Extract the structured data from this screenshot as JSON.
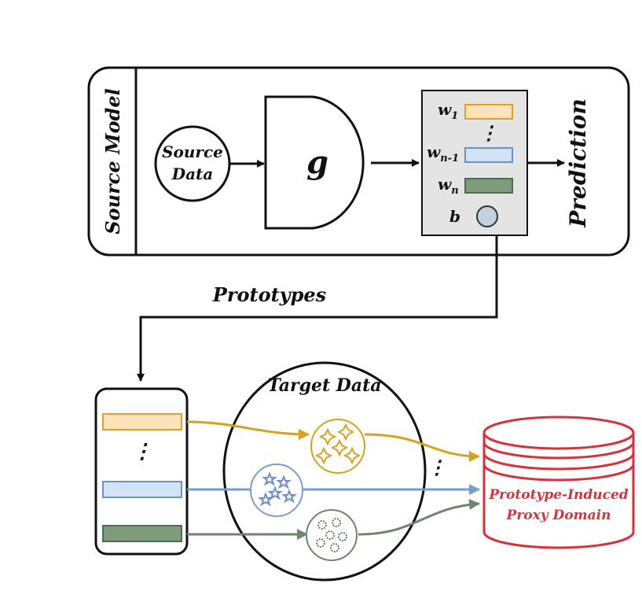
{
  "source_model": {
    "label": "Source Model",
    "input_line1": "Source",
    "input_line2": "Data",
    "encoder": "g",
    "classifier": {
      "w1_base": "w",
      "w1_sub": "1",
      "wn1_base": "w",
      "wn1_sub": "n-1",
      "wn_base": "w",
      "wn_sub": "n",
      "bias": "b",
      "dots": "⋮"
    },
    "output": "Prediction"
  },
  "link_label": "Prototypes",
  "prototype_bank": {
    "dots": "⋮"
  },
  "target": {
    "label": "Target Data",
    "dots": "⋮"
  },
  "proxy_domain": {
    "line1": "Prototype-Induced",
    "line2": "Proxy Domain"
  },
  "colors": {
    "yellow_fill": "#fde3bd",
    "yellow_stroke": "#e2a023",
    "yellow_line": "#d5a21f",
    "blue_fill": "#d3e3f7",
    "blue_stroke": "#6d8fc6",
    "blue_line": "#7a9ccc",
    "green_fill": "#7f9b7b",
    "green_stroke": "#4f6b4e",
    "green_line": "#6e866c",
    "classifier_bg": "#e4e4e4",
    "bias_fill": "#c3d1df",
    "proxy_red": "#d6323c"
  }
}
